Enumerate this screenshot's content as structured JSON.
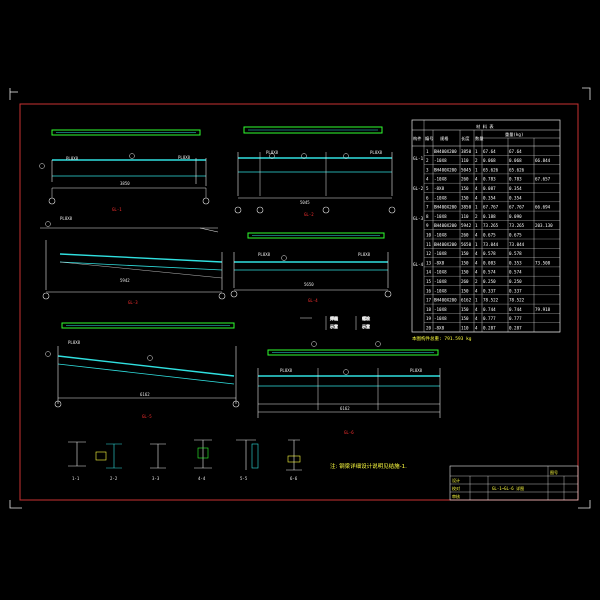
{
  "drawing": {
    "colors": {
      "background": "#000000",
      "frame": "#c83232",
      "beam": "#30e0e0",
      "line": "#e8e8e8",
      "green": "#30ff30",
      "note": "#ffff40",
      "red_label": "#ff3030"
    },
    "beam_labels": [
      "GL-1",
      "GL-2",
      "GL-3",
      "GL-4",
      "GL-5",
      "GL-6"
    ],
    "material_table": {
      "title": "材 料 表",
      "subtitle": "材 料 表",
      "headers": [
        "构件",
        "编号",
        "规格",
        "长度",
        "数量",
        "重量(kg)"
      ],
      "group_labels": [
        "GL-1",
        "GL-2",
        "GL-3",
        "GL-4"
      ],
      "rows": [
        [
          "",
          "1",
          "BH400X200",
          "3850",
          "1",
          "67.64",
          "67.64",
          ""
        ],
        [
          "",
          "2",
          "-10X8",
          "110",
          "2",
          "0.068",
          "0.068",
          "66.844"
        ],
        [
          "",
          "3",
          "BH400X200",
          "5045",
          "1",
          "65.626",
          "65.626",
          ""
        ],
        [
          "",
          "4",
          "-10X8",
          "260",
          "4",
          "0.783",
          "0.783",
          "67.657"
        ],
        [
          "",
          "5",
          "-8X8",
          "150",
          "4",
          "0.087",
          "0.354",
          ""
        ],
        [
          "",
          "6",
          "-10X8",
          "150",
          "4",
          "0.354",
          "0.354",
          ""
        ],
        [
          "",
          "7",
          "BH400X200",
          "3850",
          "1",
          "67.767",
          "67.767",
          "66.694"
        ],
        [
          "",
          "8",
          "-10X8",
          "110",
          "2",
          "0.188",
          "0.090",
          ""
        ],
        [
          "",
          "9",
          "BH400X200",
          "5942",
          "1",
          "73.265",
          "73.265",
          "203.130"
        ],
        [
          "",
          "10",
          "-10X8",
          "260",
          "4",
          "0.675",
          "0.675",
          ""
        ],
        [
          "",
          "11",
          "BH400X200",
          "5650",
          "1",
          "73.044",
          "73.044",
          ""
        ],
        [
          "",
          "12",
          "-10X8",
          "150",
          "4",
          "0.578",
          "0.578",
          ""
        ],
        [
          "",
          "13",
          "-8X8",
          "150",
          "4",
          "0.083",
          "0.353",
          "73.508"
        ],
        [
          "",
          "14",
          "-10X8",
          "150",
          "4",
          "0.574",
          "0.574",
          ""
        ],
        [
          "",
          "15",
          "-10X8",
          "260",
          "2",
          "0.250",
          "0.250",
          ""
        ],
        [
          "",
          "16",
          "-10X8",
          "150",
          "4",
          "0.337",
          "0.337",
          ""
        ],
        [
          "",
          "17",
          "BH400X200",
          "6162",
          "1",
          "78.522",
          "78.522",
          ""
        ],
        [
          "",
          "18",
          "-10X8",
          "150",
          "4",
          "0.744",
          "0.744",
          "79.918"
        ],
        [
          "",
          "19",
          "-10X8",
          "150",
          "4",
          "0.777",
          "0.777",
          ""
        ],
        [
          "",
          "20",
          "-8X8",
          "110",
          "4",
          "0.287",
          "0.287",
          ""
        ]
      ]
    },
    "table_note": "本图构件总重: 791.593 kg",
    "main_note": "注: 钢梁详细设计说明见结施-1.",
    "title_block": {
      "drawing_name": "GL-1~GL-6 详图",
      "labels": [
        "设计",
        "校对",
        "审核",
        "图号"
      ]
    }
  }
}
